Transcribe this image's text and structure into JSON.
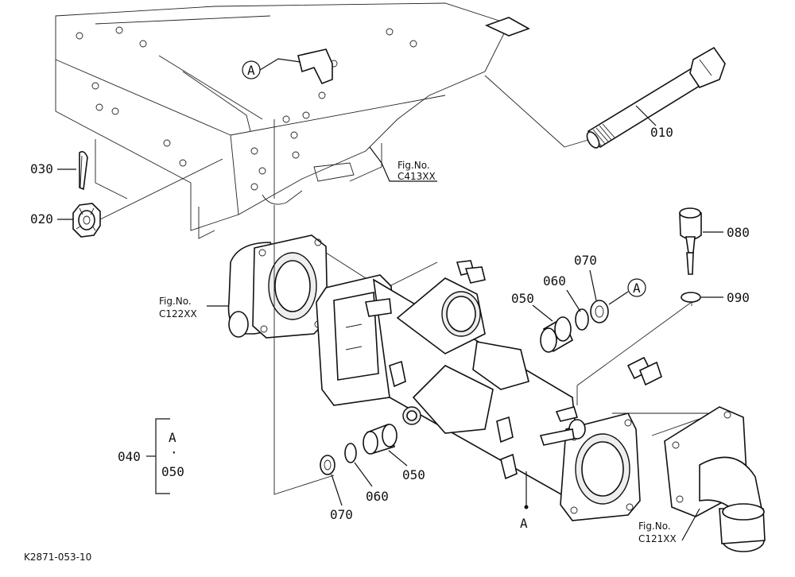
{
  "diagram": {
    "parts": {
      "p010": "010",
      "p020": "020",
      "p030": "030",
      "p040": "040",
      "p050a": "050",
      "p050b": "050",
      "p060a": "060",
      "p060b": "060",
      "p070a": "070",
      "p070b": "070",
      "p080": "080",
      "p090": "090"
    },
    "refs": {
      "a_top": "A",
      "a_right": "A",
      "a_bottom": "A",
      "set_a": "A",
      "set_dot": "·",
      "set_050": "050"
    },
    "figs": {
      "c413_title": "Fig.No.",
      "c413_code": "C413XX",
      "c122_title": "Fig.No.",
      "c122_code": "C122XX",
      "c121_title": "Fig.No.",
      "c121_code": "C121XX"
    },
    "drawing_code": "K2871-053-10"
  }
}
